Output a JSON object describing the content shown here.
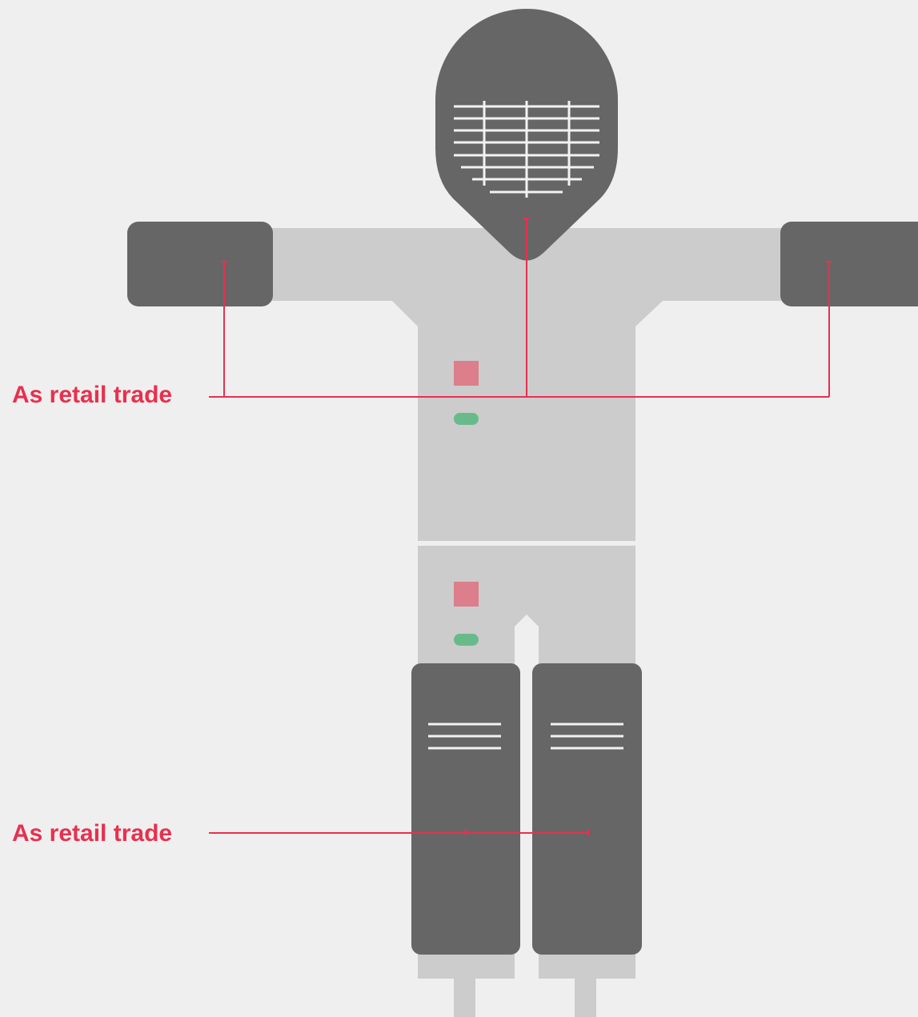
{
  "colors": {
    "background": "#efefef",
    "armor": "#666666",
    "uniform": "#cccccc",
    "mask_grille": "#f2f2f2",
    "callout": "#e8304e",
    "badge_red": "#dc7e8b",
    "badge_green": "#69ba8a"
  },
  "callouts": [
    {
      "label": "As retail trade",
      "targets": [
        "left-glove",
        "mask",
        "right-glove"
      ]
    },
    {
      "label": "As retail trade",
      "targets": [
        "left-shin-guard",
        "right-shin-guard"
      ]
    }
  ]
}
